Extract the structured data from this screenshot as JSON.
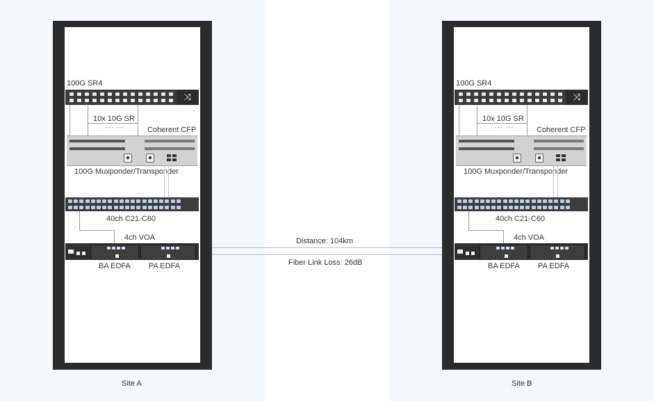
{
  "colors": {
    "site_background": "#f3f8fc",
    "rack_frame": "#2b2b2b",
    "port": "#b8d0ea",
    "fiber_line": "#bdbdbd"
  },
  "icons": {
    "switch": "shuffle-icon"
  },
  "sites": [
    {
      "name": "Site A",
      "switch_label": "100G SR4",
      "sr_label": "10x 10G SR",
      "sr_ellipsis": "··· ···",
      "cfp_label": "Coherent CFP",
      "mux_label": "100G Muxponder/Transponder",
      "odf_label": "40ch C21-C60",
      "voa_label": "4ch VOA",
      "ba_label": "BA EDFA",
      "pa_label": "PA EDFA"
    },
    {
      "name": "Site B",
      "switch_label": "100G SR4",
      "sr_label": "10x 10G SR",
      "sr_ellipsis": "··· ···",
      "cfp_label": "Coherent CFP",
      "mux_label": "100G Muxponder/Transponder",
      "odf_label": "40ch C21-C60",
      "voa_label": "4ch VOA",
      "ba_label": "BA EDFA",
      "pa_label": "PA EDFA"
    }
  ],
  "link": {
    "distance": "Distance: 104km",
    "loss": "Fiber Link Loss: 26dB"
  }
}
